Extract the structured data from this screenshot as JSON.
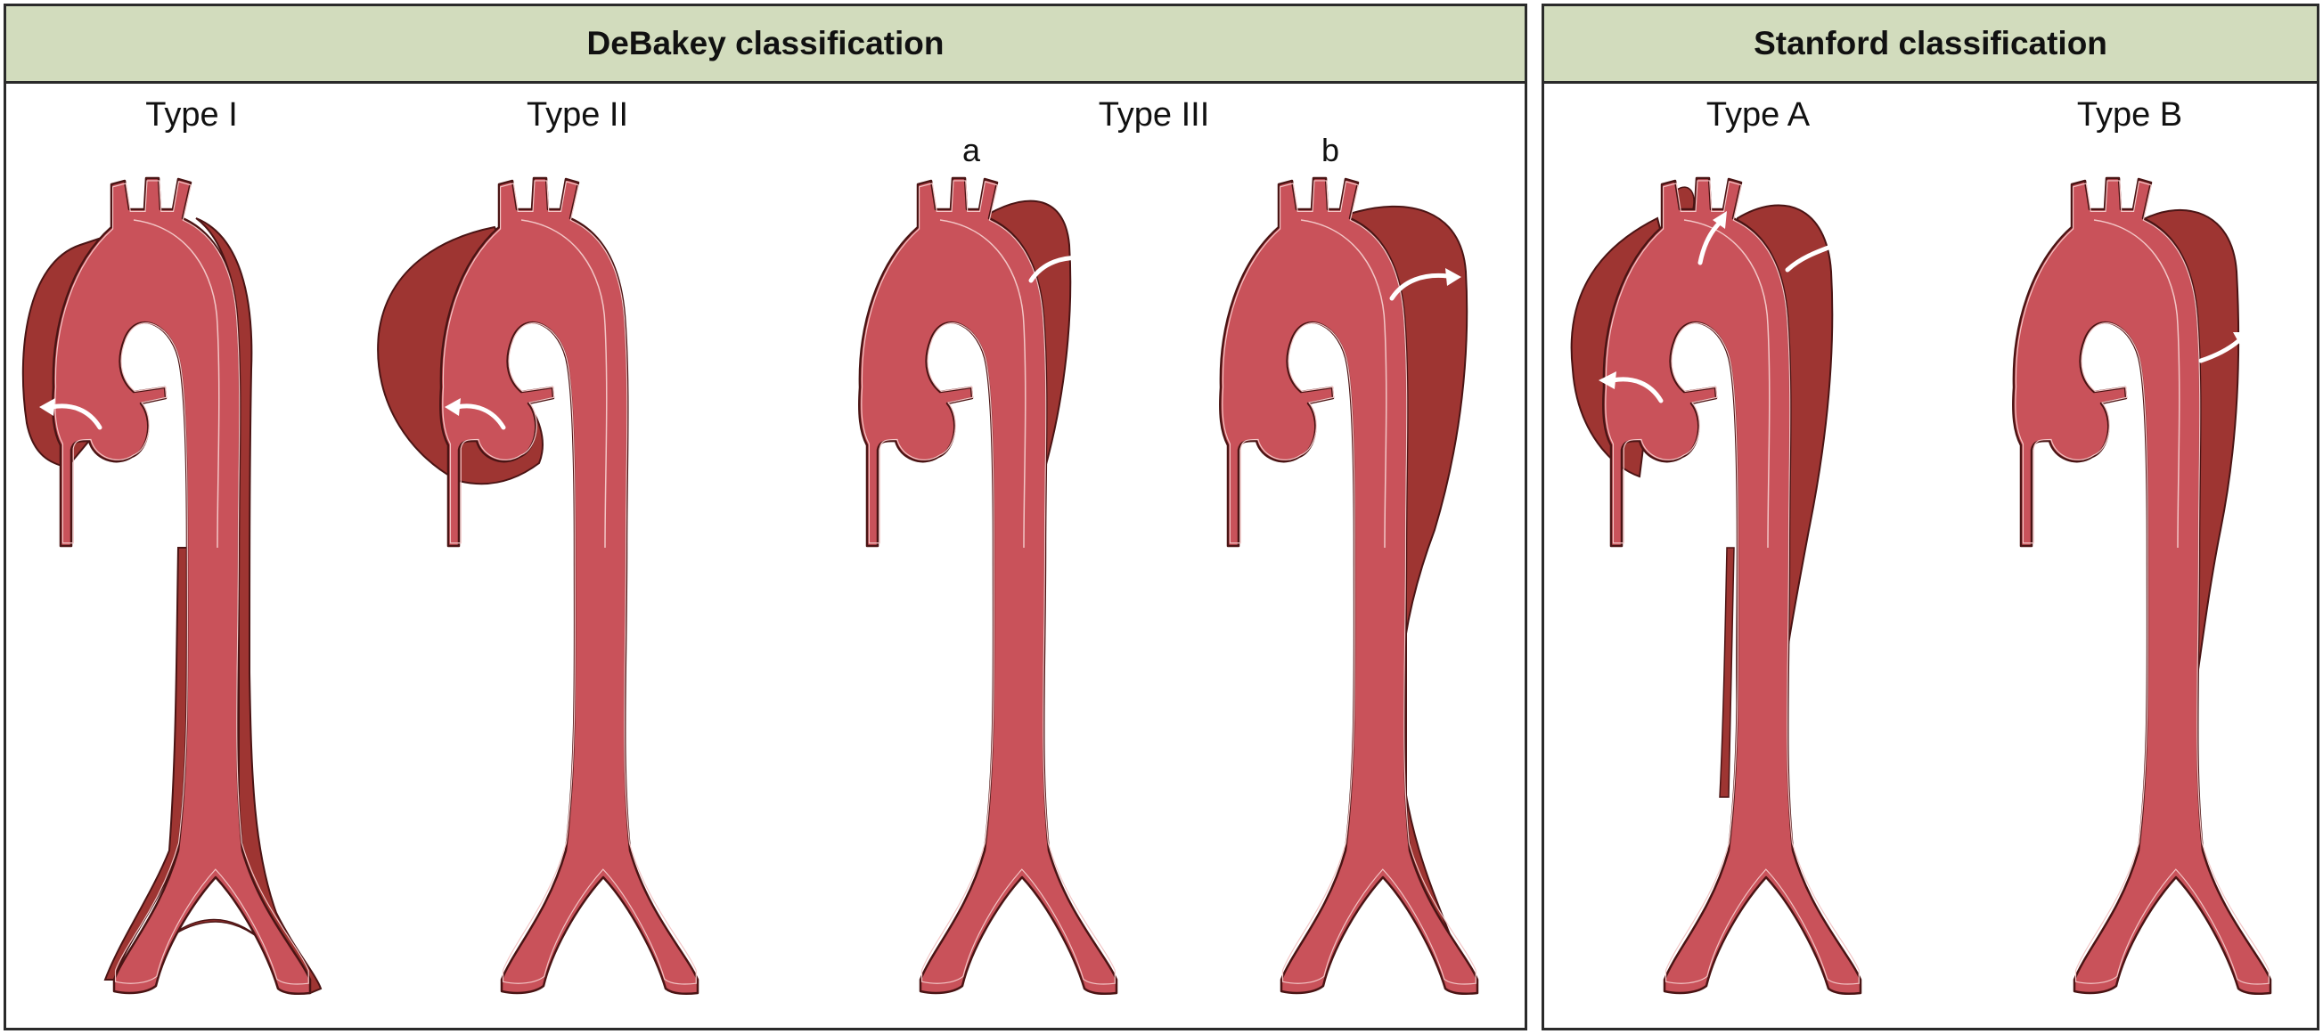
{
  "panels": {
    "debakey": {
      "title": "DeBakey classification"
    },
    "stanford": {
      "title": "Stanford classification"
    }
  },
  "types": {
    "type_i": "Type I",
    "type_ii": "Type II",
    "type_iii": "Type III",
    "type_iii_a": "a",
    "type_iii_b": "b",
    "type_a": "Type A",
    "type_b": "Type B"
  },
  "colors": {
    "header_bg": "#d2dcbd",
    "lumen": "#c9525a",
    "false_lumen": "#9e3532",
    "outline": "#4a1414",
    "arrow": "#ffffff"
  }
}
